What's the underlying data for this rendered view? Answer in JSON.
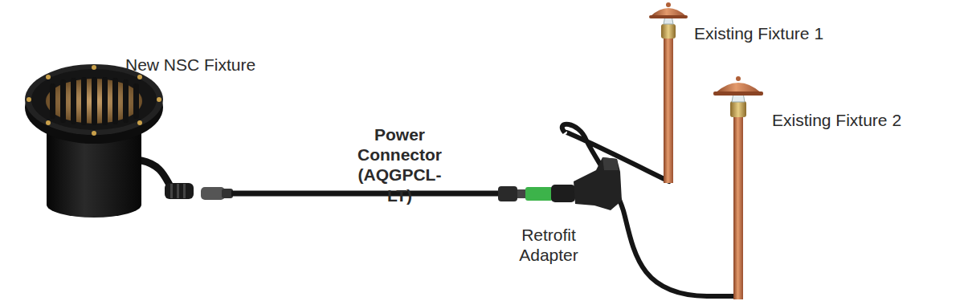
{
  "diagram": {
    "labels": [
      "New NSC Fixture",
      "Power Connector (AQGPCL-LT)",
      "Retrofit Adapter",
      "Existing Fixture 1",
      "Existing Fixture 2"
    ]
  }
}
